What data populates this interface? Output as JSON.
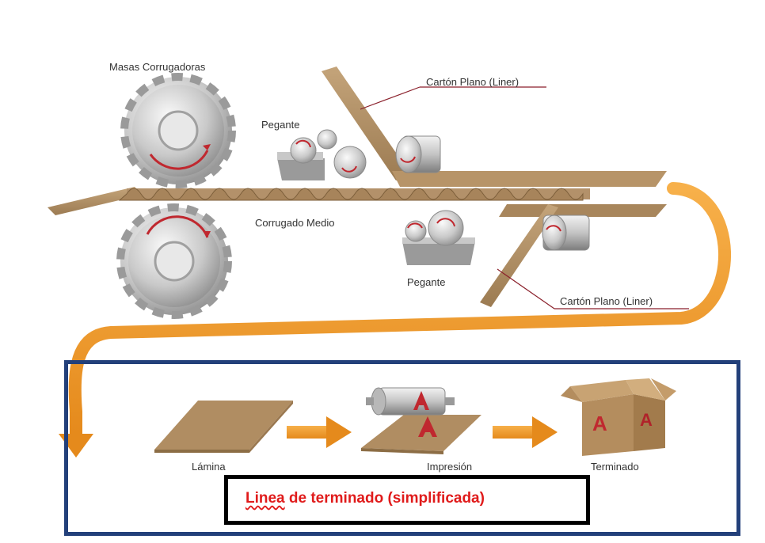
{
  "labels": {
    "masas_corrugadoras": "Masas Corrugadoras",
    "pegante_top": "Pegante",
    "carton_plano_top": "Cartón Plano (Liner)",
    "corrugado_medio": "Corrugado Medio",
    "pegante_bottom": "Pegante",
    "carton_plano_bottom": "Cartón Plano (Liner)",
    "lamina": "Lámina",
    "impresion": "Impresión",
    "terminado": "Terminado"
  },
  "box_letters": {
    "left": "A",
    "right": "A",
    "print": "A"
  },
  "note": {
    "word1": "Linea",
    "rest": " de terminado (simplificada)"
  },
  "colors": {
    "kraft": "#b99a72",
    "kraft_dark": "#8c6d45",
    "orange": "#f29a2e",
    "frame_blue": "#23407a",
    "note_red": "#e01b1b",
    "arrow_red": "#c0282f"
  }
}
